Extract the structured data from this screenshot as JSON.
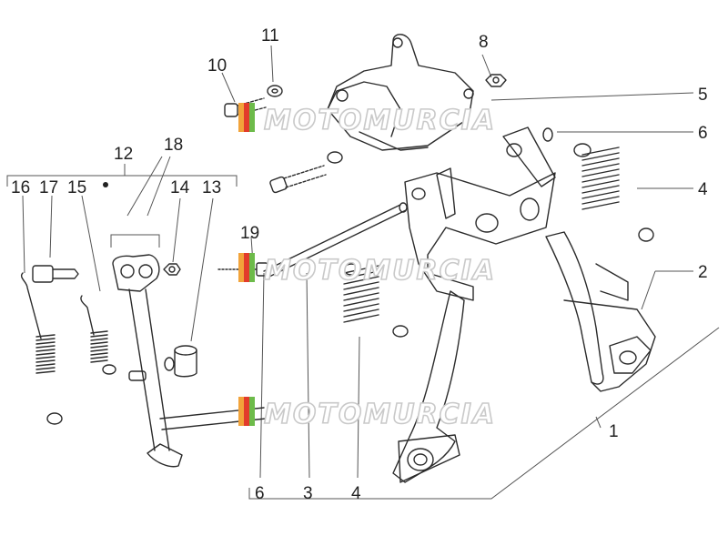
{
  "diagram": {
    "callouts": [
      "1",
      "2",
      "3",
      "4",
      "4",
      "5",
      "6",
      "6",
      "8",
      "10",
      "11",
      "12",
      "13",
      "14",
      "15",
      "16",
      "17",
      "18",
      "19"
    ],
    "watermark": "MOTOMURCIA",
    "colors": {
      "line": "#2b2b2b",
      "watermark_stroke": "#c9c9c9",
      "logo_red": "#e23b2b",
      "logo_orange": "#f2a33a",
      "logo_green": "#6dbb4a"
    }
  }
}
